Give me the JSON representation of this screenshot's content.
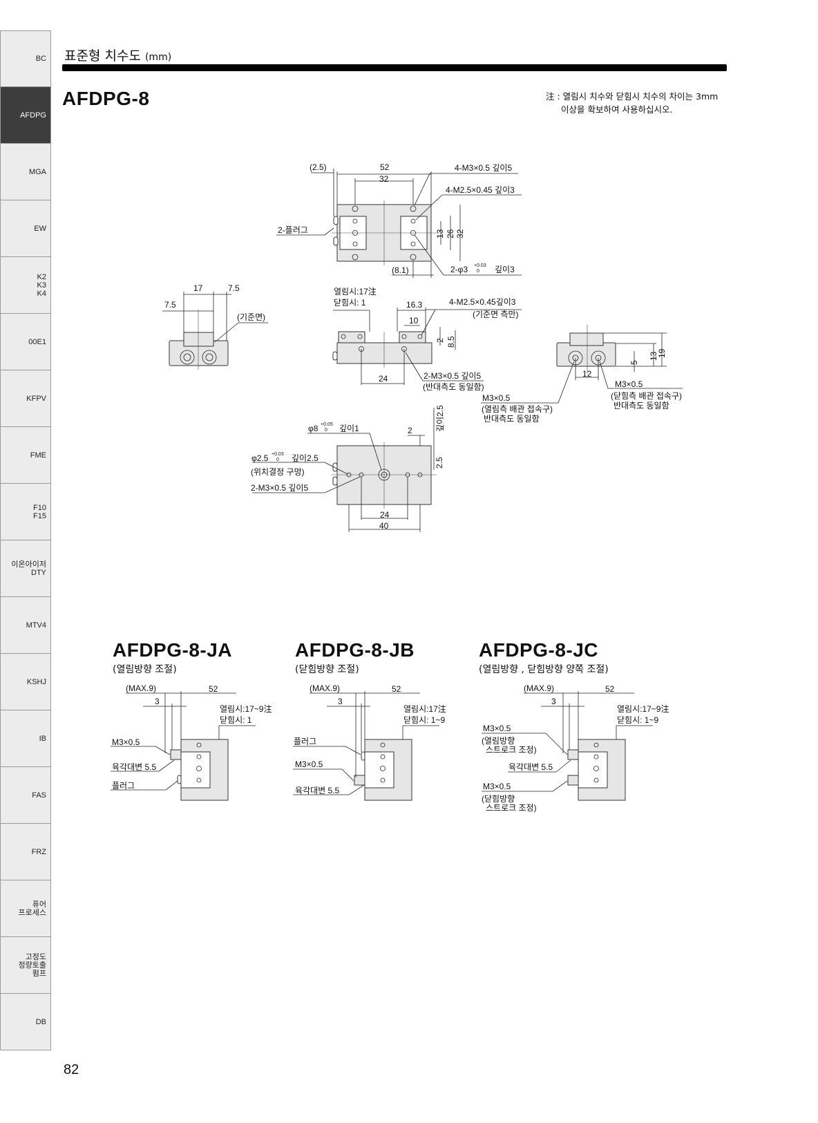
{
  "sidebar": {
    "tabs": [
      {
        "label": "BC"
      },
      {
        "label": "AFDPG",
        "active": true
      },
      {
        "label": "MGA"
      },
      {
        "label": "EW"
      },
      {
        "label": "K2\nK3\nK4"
      },
      {
        "label": "00E1"
      },
      {
        "label": "KFPV"
      },
      {
        "label": "FME"
      },
      {
        "label": "F10\nF15"
      },
      {
        "label": "이온아이저\nDTY"
      },
      {
        "label": "MTV4"
      },
      {
        "label": "KSHJ"
      },
      {
        "label": "IB"
      },
      {
        "label": "FAS"
      },
      {
        "label": "FRZ"
      },
      {
        "label": "퓨어\n프로세스"
      },
      {
        "label": "고정도\n정량토출\n펌프"
      },
      {
        "label": "DB"
      }
    ]
  },
  "header": {
    "title": "표준형 치수도",
    "unit": "(mm)"
  },
  "model": "AFDPG-8",
  "note": {
    "line1": "注 : 열림시 치수와 닫힘시 치수의 차이는 3mm",
    "line2": "이상을 확보하여 사용하십시오."
  },
  "top_view": {
    "d_2_5": "(2.5)",
    "d_52": "52",
    "d_32": "32",
    "m3": "4-M3×0.5 깊이5",
    "m25": "4-M2.5×0.45 깊이3",
    "plug": "2-플러그",
    "d_13": "13",
    "d_26": "26",
    "d_32v": "32",
    "d_8_1": "(8.1)",
    "phi3": "2-φ3",
    "tol": "+0.03",
    "tol0": "0",
    "phi3_depth": "깊이3"
  },
  "left_view": {
    "d_17": "17",
    "d_7_5a": "7.5",
    "d_7_5b": "7.5",
    "ref": "(기준면)"
  },
  "side_view": {
    "open": "열림시:17注",
    "close": "닫힘시:  1",
    "d_16_3": "16.3",
    "d_10": "10",
    "m25": "4-M2.5×0.45깊이3",
    "m25_note": "(기준면 측만)",
    "d_2": "2",
    "d_8_5": "8.5",
    "d_24": "24",
    "m3": "2-M3×0.5 깊이5",
    "m3_note": "(반대측도 동일함)"
  },
  "right_view": {
    "d_19": "19",
    "d_13": "13",
    "d_5": "5",
    "d_12": "12",
    "close_port": "M3×0.5",
    "close_port_note1": "(닫힘측 배관 접속구)",
    "close_port_note2": "반대측도 동일함",
    "open_port": "M3×0.5",
    "open_port_note1": "(열림측 배관 접속구)",
    "open_port_note2": "반대측도 동일함"
  },
  "bottom_view": {
    "phi8": "φ8",
    "phi8_tol": "+0.05",
    "phi8_tol0": "0",
    "phi8_depth": "깊이1",
    "d_2": "2",
    "depth_2_5": "깊이2.5",
    "phi2_5": "φ2.5",
    "phi2_5_tol": "+0.03",
    "phi2_5_tol0": "0",
    "phi2_5_depth": "깊이2.5",
    "positioning": "(위치결정 구멍)",
    "m3": "2-M3×0.5 깊이5",
    "d_2_5v": "2.5",
    "d_24": "24",
    "d_40": "40"
  },
  "variants": [
    {
      "model": "AFDPG-8-JA",
      "sub": "(열림방향 조절)",
      "max": "(MAX.9)",
      "d_52": "52",
      "d_3": "3",
      "open": "열림시:17~9注",
      "close": "닫힘시:  1",
      "labels": [
        "M3×0.5",
        "육각대변 5.5",
        "플러그"
      ]
    },
    {
      "model": "AFDPG-8-JB",
      "sub": "(닫힘방향 조절)",
      "max": "(MAX.9)",
      "d_52": "52",
      "d_3": "3",
      "open": "열림시:17注",
      "close": "닫힘시:  1~9",
      "labels": [
        "플러그",
        "M3×0.5",
        "육각대변 5.5"
      ]
    },
    {
      "model": "AFDPG-8-JC",
      "sub": "(열림방향 , 닫힘방향 양쪽 조절)",
      "max": "(MAX.9)",
      "d_52": "52",
      "d_3": "3",
      "open": "열림시:17~9注",
      "close": "닫힘시:  1~9",
      "labels": [
        "M3×0.5",
        "(열림방향",
        "스트로크 조정)",
        "육각대변  5.5",
        "M3×0.5",
        "(닫힘방향",
        "스트로크 조정)"
      ]
    }
  ],
  "page_number": "82"
}
